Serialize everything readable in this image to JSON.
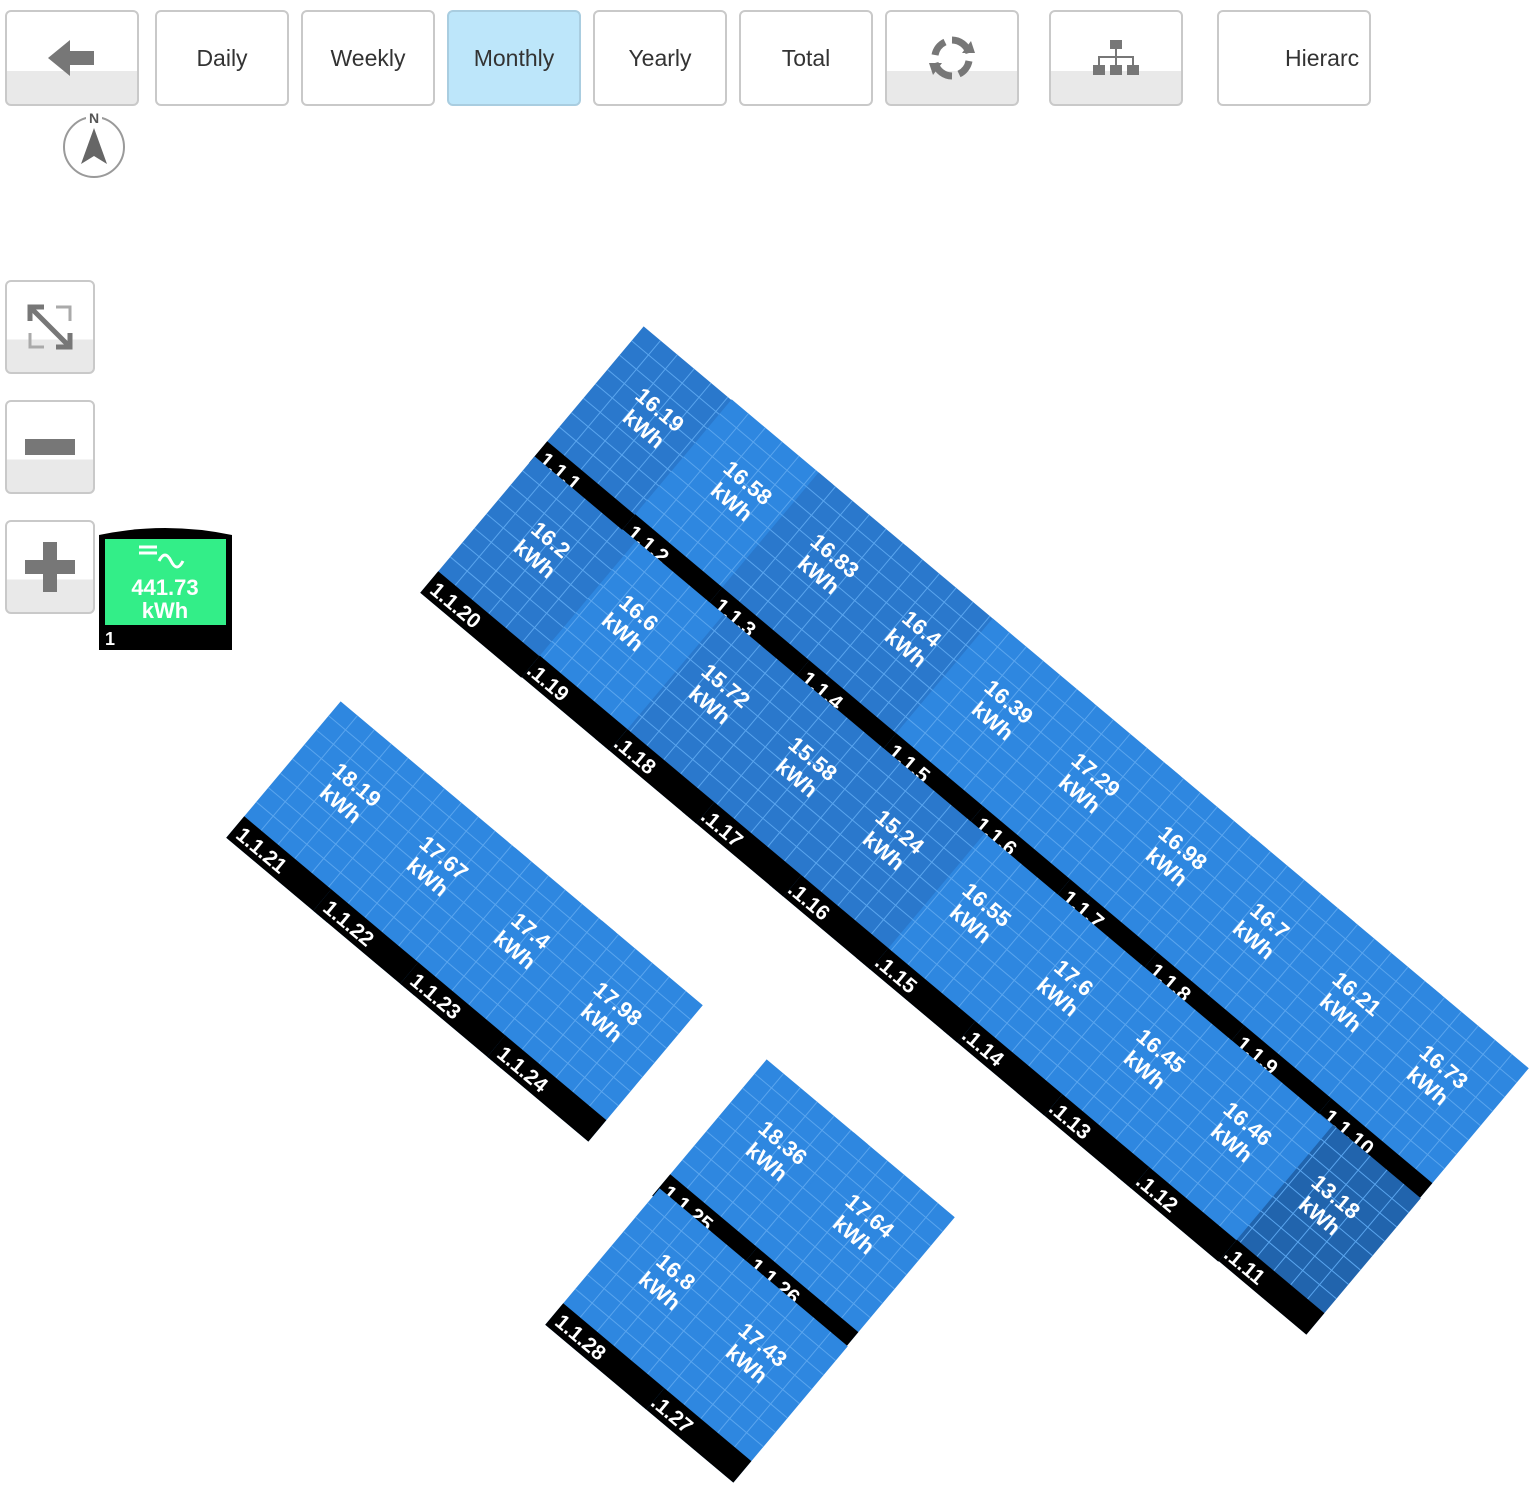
{
  "toolbar": {
    "back_icon": "arrow-left-icon",
    "daily_label": "Daily",
    "weekly_label": "Weekly",
    "monthly_label": "Monthly",
    "yearly_label": "Yearly",
    "total_label": "Total",
    "refresh_icon": "refresh-icon",
    "hierarchy_icon": "sitemap-icon",
    "hierarchy_label": "Hierarc",
    "active_period": "Monthly"
  },
  "compass": {
    "label": "N"
  },
  "side_controls": {
    "fit_icon": "fit-screen-icon",
    "zoom_out_icon": "minus-icon",
    "zoom_in_icon": "plus-icon"
  },
  "meter": {
    "value": "441.73",
    "unit": "kWh",
    "id": "1",
    "color": "#33ee88"
  },
  "colors": {
    "panel": "#2e87e0",
    "panel_dark": "#2a78cc",
    "panel_low": "#2164ad",
    "panel_grid": "#5aa5ee",
    "label_bg": "#000000",
    "active_button": "#bde6fa"
  },
  "panels": [
    {
      "id": "1.1.1",
      "value": "16.19",
      "unit": "kWh"
    },
    {
      "id": "1.1.2",
      "value": "16.58",
      "unit": "kWh"
    },
    {
      "id": "1.1.3",
      "value": "16.83",
      "unit": "kWh"
    },
    {
      "id": "1.1.4",
      "value": "16.4",
      "unit": "kWh"
    },
    {
      "id": "1.1.5",
      "value": "16.39",
      "unit": "kWh"
    },
    {
      "id": "1.1.6",
      "value": "17.29",
      "unit": "kWh"
    },
    {
      "id": "1.1.7",
      "value": "16.98",
      "unit": "kWh"
    },
    {
      "id": "1.1.8",
      "value": "16.7",
      "unit": "kWh"
    },
    {
      "id": "1.1.9",
      "value": "16.21",
      "unit": "kWh"
    },
    {
      "id": "1.1.10",
      "value": "16.73",
      "unit": "kWh"
    },
    {
      "id": "1.1.11",
      "value": "13.18",
      "unit": "kWh"
    },
    {
      "id": "1.1.12",
      "value": "16.46",
      "unit": "kWh"
    },
    {
      "id": "1.1.13",
      "value": "16.45",
      "unit": "kWh"
    },
    {
      "id": "1.1.14",
      "value": "17.6",
      "unit": "kWh"
    },
    {
      "id": "1.1.15",
      "value": "16.55",
      "unit": "kWh"
    },
    {
      "id": "1.1.16",
      "value": "15.24",
      "unit": "kWh"
    },
    {
      "id": "1.1.17",
      "value": "15.58",
      "unit": "kWh"
    },
    {
      "id": "1.1.18",
      "value": "15.72",
      "unit": "kWh"
    },
    {
      "id": "1.1.19",
      "value": "16.6",
      "unit": "kWh"
    },
    {
      "id": "1.1.20",
      "value": "16.2",
      "unit": "kWh"
    },
    {
      "id": "1.1.21",
      "value": "18.19",
      "unit": "kWh"
    },
    {
      "id": "1.1.22",
      "value": "17.67",
      "unit": "kWh"
    },
    {
      "id": "1.1.23",
      "value": "17.4",
      "unit": "kWh"
    },
    {
      "id": "1.1.24",
      "value": "17.98",
      "unit": "kWh"
    },
    {
      "id": "1.1.25",
      "value": "18.36",
      "unit": "kWh"
    },
    {
      "id": "1.1.26",
      "value": "17.64",
      "unit": "kWh"
    },
    {
      "id": "1.1.27",
      "value": "17.43",
      "unit": "kWh"
    },
    {
      "id": "1.1.28",
      "value": "16.8",
      "unit": "kWh"
    }
  ]
}
